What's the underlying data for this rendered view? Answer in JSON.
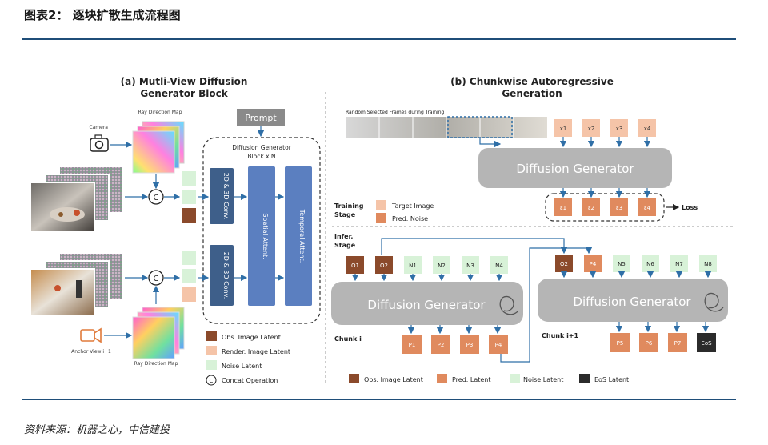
{
  "header": {
    "title": "图表2：   逐块扩散生成流程图"
  },
  "footer": {
    "source": "资料来源：机器之心，中信建投"
  },
  "panel_a": {
    "title_line1": "(a) Mutli-View Diffusion",
    "title_line2": "Generator Block",
    "ray_map_top": "Ray Direction Map",
    "ray_map_bottom": "Ray Direction Map",
    "camera_label": "Camera i",
    "anchor_label": "Anchor View i+1",
    "prompt": "Prompt",
    "block_title_line1": "Diffusion Generator",
    "block_title_line2": "Block x N",
    "conv_label": "2D & 3D Conv.",
    "spatial_label": "Spatial Attent.",
    "temporal_label": "Temporal Attent.",
    "concat_symbol": "C",
    "legend": {
      "obs": "Obs. Image Latent",
      "render": "Render. Image Latent",
      "noise": "Noise Latent",
      "concat": "Concat Operation"
    }
  },
  "panel_b": {
    "title_line1": "(b) Chunkwise Autoregressive",
    "title_line2": "Generation",
    "frames_label": "Random Selected Frames during Training",
    "target_labels": [
      "x1",
      "x2",
      "x3",
      "x4"
    ],
    "noise_labels": [
      "ε1",
      "ε2",
      "ε3",
      "ε4"
    ],
    "loss_label": "Loss",
    "generator_label": "Diffusion Generator",
    "training_stage_line1": "Training",
    "training_stage_line2": "Stage",
    "infer_stage_line1": "Infer.",
    "infer_stage_line2": "Stage",
    "target_image_label": "Target Image",
    "pred_noise_label": "Pred. Noise",
    "chunk_i": {
      "label": "Chunk i",
      "obs": [
        "O1",
        "O2"
      ],
      "noise": [
        "N1",
        "N2",
        "N3",
        "N4"
      ],
      "pred": [
        "P1",
        "P2",
        "P3",
        "P4"
      ]
    },
    "chunk_i1": {
      "label": "Chunk i+1",
      "obs": [
        "O2",
        "P4"
      ],
      "noise": [
        "N5",
        "N6",
        "N7",
        "N8"
      ],
      "pred": [
        "P5",
        "P6",
        "P7"
      ],
      "eos": "EoS"
    },
    "legend": {
      "obs": "Obs. Image Latent",
      "pred": "Pred. Latent",
      "noise": "Noise Latent",
      "eos": "EoS Latent"
    }
  },
  "colors": {
    "rule": "#1f4e79",
    "obs": "#8b4a2b",
    "pred": "#e08a5e",
    "render": "#f5c4a8",
    "noise": "#d8f2d8",
    "eos": "#2b2b2b",
    "generator": "#b5b5b5",
    "block_blue": "#5b7fc0",
    "block_dark": "#3e5f8a",
    "prompt": "#8a8a8a",
    "arrow": "#2f6fa7"
  }
}
